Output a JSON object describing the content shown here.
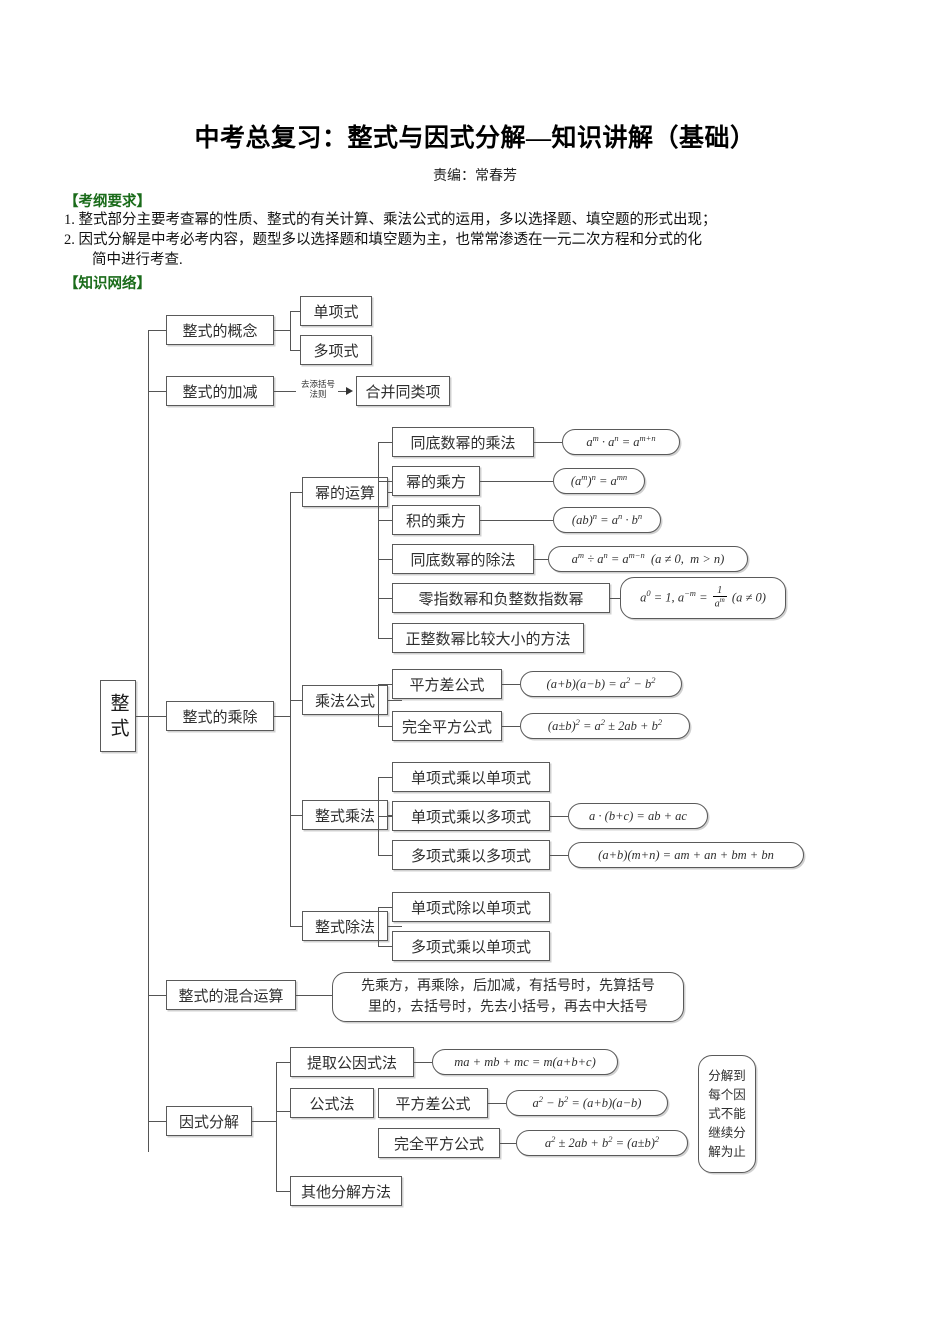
{
  "document": {
    "title": "中考总复习：整式与因式分解—知识讲解（基础）",
    "subtitle": "责编：常春芳",
    "section_exam": "【考纲要求】",
    "requirement_1": "1. 整式部分主要考查幂的性质、整式的有关计算、乘法公式的运用，多以选择题、填空题的形式出现；",
    "requirement_2a": "2. 因式分解是中考必考内容，题型多以选择题和填空题为主，也常常渗透在一元二次方程和分式的化",
    "requirement_2b": "简中进行考查.",
    "section_network": "【知识网络】"
  },
  "diagram": {
    "root": "整式",
    "branch_concept": "整式的概念",
    "concept_children": [
      "单项式",
      "多项式"
    ],
    "branch_addsub": "整式的加减",
    "addsub_label_1": "去添括号",
    "addsub_label_2": "法则",
    "addsub_target": "合并同类项",
    "branch_multdiv": "整式的乘除",
    "group_power": "幂的运算",
    "power_items": [
      "同底数幂的乘法",
      "幂的乘方",
      "积的乘方",
      "同底数幂的除法",
      "零指数幂和负整数指数幂",
      "正整数幂比较大小的方法"
    ],
    "group_formula": "乘法公式",
    "formula_items": [
      "平方差公式",
      "完全平方公式"
    ],
    "group_mult": "整式乘法",
    "mult_items": [
      "单项式乘以单项式",
      "单项式乘以多项式",
      "多项式乘以多项式"
    ],
    "group_div": "整式除法",
    "div_items": [
      "单项式除以单项式",
      "多项式乘以单项式"
    ],
    "branch_mixed": "整式的混合运算",
    "mixed_rule_line1": "先乘方，再乘除，后加减，有括号时，先算括号",
    "mixed_rule_line2": "里的，去括号时，先去小括号，再去中大括号",
    "branch_factor": "因式分解",
    "factor_items": [
      "提取公因式法",
      "公式法",
      "其他分解方法"
    ],
    "factor_formula_items": [
      "平方差公式",
      "完全平方公式"
    ],
    "side_note": "分解到每个因式不能继续分解为止",
    "side_note_lines": [
      "分解到",
      "每个因",
      "式不能",
      "继续分",
      "解为止"
    ],
    "formulas": {
      "same_base_mult": "a^m · a^n = a^(m+n)",
      "power_of_power": "(a^m)^n = a^(mn)",
      "power_of_product": "(ab)^n = a^n · b^n",
      "same_base_div": "a^m ÷ a^n = a^(m−n)  (a ≠ 0,  m > n)",
      "zero_neg_exp": "a^0 = 1, a^(−m) = 1/a^m  (a ≠ 0)",
      "diff_squares": "(a+b)(a−b) = a² − b²",
      "perfect_square": "(a±b)² = a² ± 2ab + b²",
      "mono_poly": "a · (b+c) = ab + ac",
      "poly_poly": "(a+b)(m+n) = am + an + bm + bn",
      "common_factor": "ma + mb + mc = m(a+b+c)",
      "factor_diff_squares": "a² − b² = (a+b)(a−b)",
      "factor_perfect_square": "a² ± 2ab + b² = (a±b)²"
    }
  },
  "colors": {
    "section_heading": "#1a6b1a",
    "box_border": "#5a5a5a",
    "text": "#2e2e2e"
  }
}
